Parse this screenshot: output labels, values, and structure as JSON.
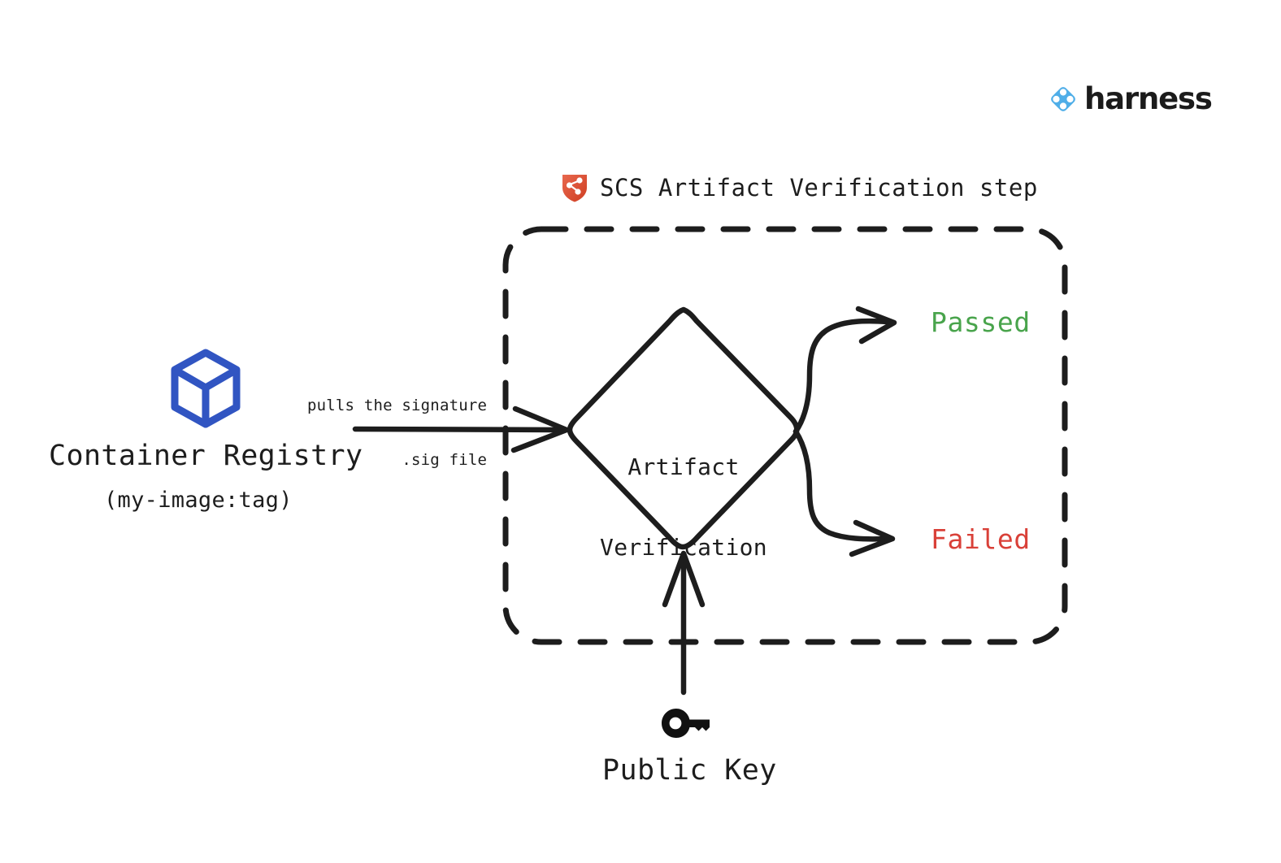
{
  "brand": {
    "name": "harness",
    "logo_icon": "harness-diamond-logo",
    "logo_color": "#4FAEE8"
  },
  "diagram": {
    "title": "SCS Artifact Verification step",
    "title_icon": "shield-supply-chain-icon",
    "title_icon_color": "#E0503A",
    "boundary": {
      "name": "scs-artifact-verification-step-boundary",
      "style": "dashed-rounded-rectangle",
      "color": "#1d1d1d"
    },
    "nodes": {
      "registry": {
        "icon": "container-cube-icon",
        "icon_color": "#3155C2",
        "title": "Container Registry",
        "subtitle": "(my-image:tag)"
      },
      "decision": {
        "icon": "diamond-decision-shape",
        "line1": "Artifact",
        "line2": "Verification"
      },
      "public_key": {
        "icon": "key-icon",
        "icon_color": "#111111",
        "label": "Public Key"
      }
    },
    "edges": {
      "registry_to_decision": {
        "label_line1": "pulls the signature",
        "label_line2": ".sig file",
        "direction": "right"
      },
      "key_to_decision": {
        "label": "",
        "direction": "up"
      },
      "decision_to_passed": {
        "label": "",
        "direction": "up-right"
      },
      "decision_to_failed": {
        "label": "",
        "direction": "down-right"
      }
    },
    "outcomes": [
      {
        "label": "Passed",
        "color": "#49a44c"
      },
      {
        "label": "Failed",
        "color": "#d94038"
      }
    ]
  }
}
